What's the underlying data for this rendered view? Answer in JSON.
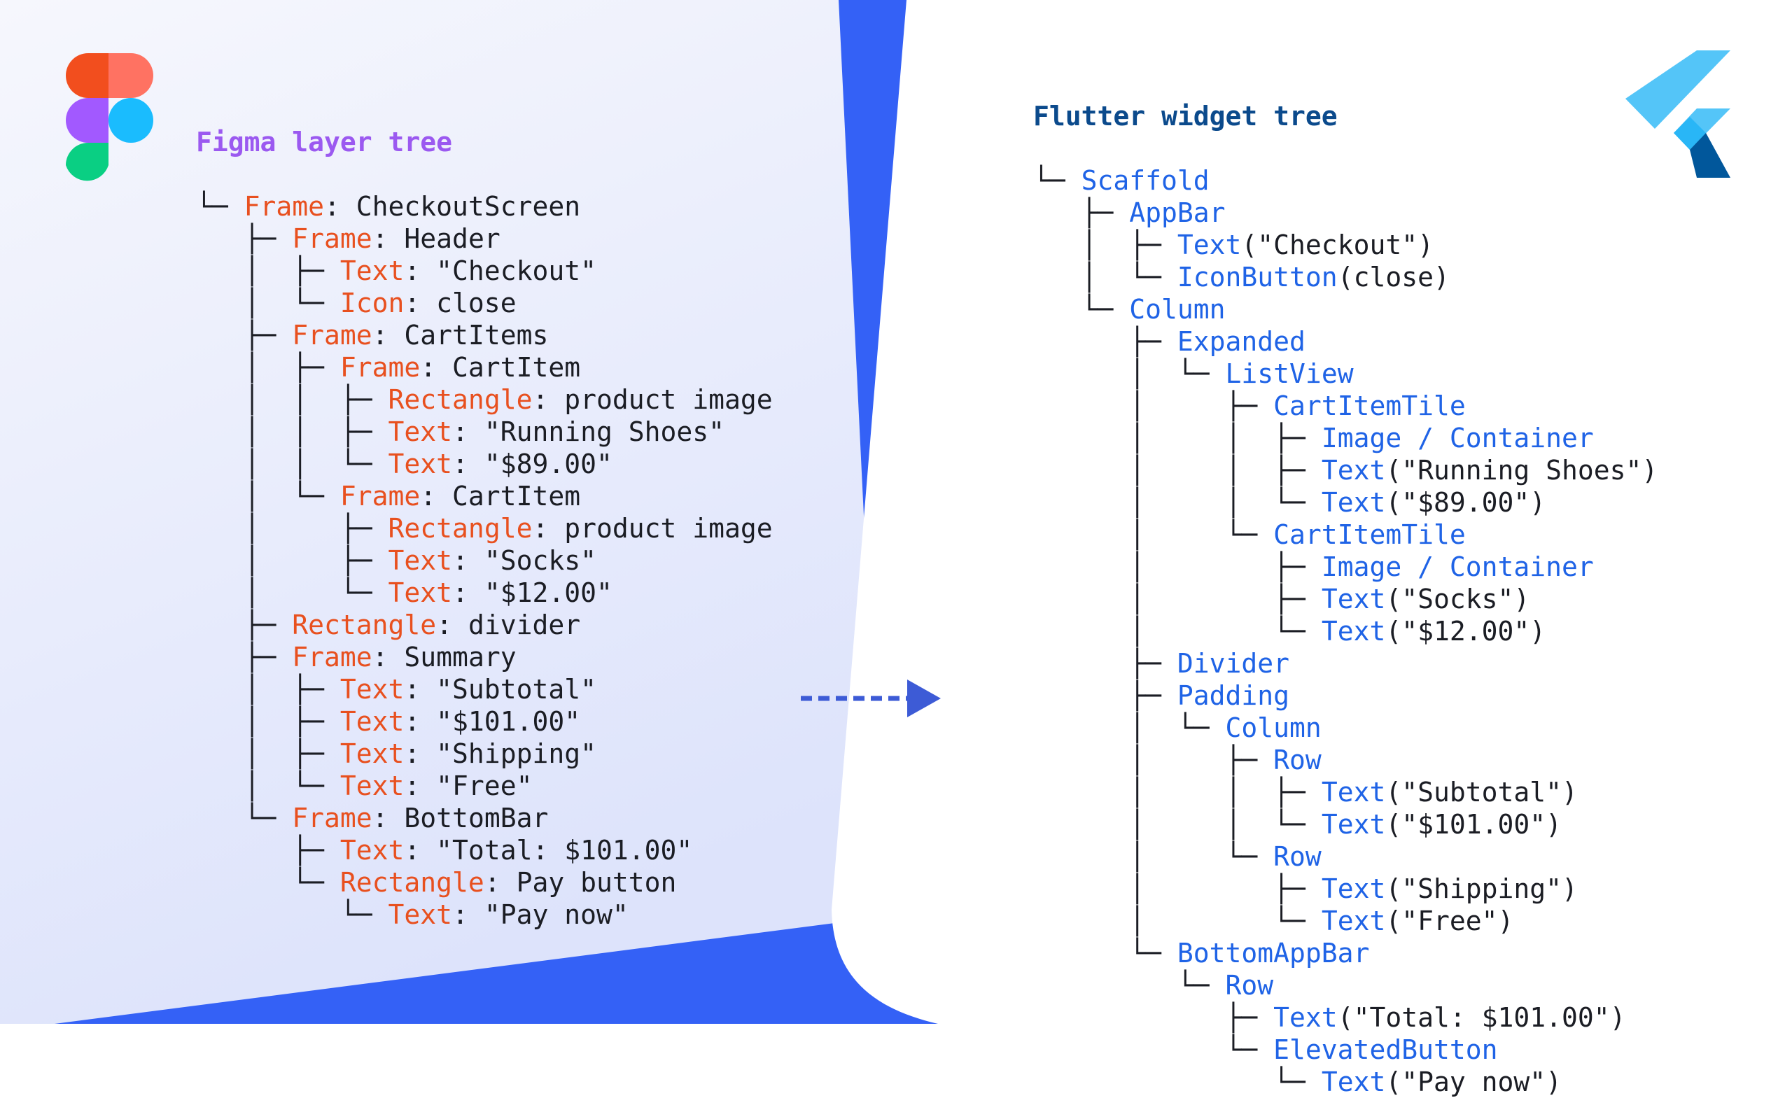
{
  "colors": {
    "blue_band": "#3461f6",
    "figma_panel_top": "#f6f7fd",
    "figma_panel_bottom": "#dde3fb",
    "figma_title": "#9b59f0",
    "figma_keyword": "#e8501f",
    "flutter_title": "#0b4a8c",
    "flutter_keyword": "#1f63e6",
    "text": "#1b1d24",
    "arrow": "#3d5bd6"
  },
  "figma_tree": {
    "title": "Figma layer tree",
    "logo_icon": "figma-logo-icon",
    "rows": [
      {
        "prefix": "└─ ",
        "kw": "Frame",
        "rest": ": CheckoutScreen"
      },
      {
        "prefix": "   ├─ ",
        "kw": "Frame",
        "rest": ": Header"
      },
      {
        "prefix": "   │  ├─ ",
        "kw": "Text",
        "rest": ": \"Checkout\""
      },
      {
        "prefix": "   │  └─ ",
        "kw": "Icon",
        "rest": ": close"
      },
      {
        "prefix": "   ├─ ",
        "kw": "Frame",
        "rest": ": CartItems"
      },
      {
        "prefix": "   │  ├─ ",
        "kw": "Frame",
        "rest": ": CartItem"
      },
      {
        "prefix": "   │  │  ├─ ",
        "kw": "Rectangle",
        "rest": ": product image"
      },
      {
        "prefix": "   │  │  ├─ ",
        "kw": "Text",
        "rest": ": \"Running Shoes\""
      },
      {
        "prefix": "   │  │  └─ ",
        "kw": "Text",
        "rest": ": \"$89.00\""
      },
      {
        "prefix": "   │  └─ ",
        "kw": "Frame",
        "rest": ": CartItem"
      },
      {
        "prefix": "   │     ├─ ",
        "kw": "Rectangle",
        "rest": ": product image"
      },
      {
        "prefix": "   │     ├─ ",
        "kw": "Text",
        "rest": ": \"Socks\""
      },
      {
        "prefix": "   │     └─ ",
        "kw": "Text",
        "rest": ": \"$12.00\""
      },
      {
        "prefix": "   ├─ ",
        "kw": "Rectangle",
        "rest": ": divider"
      },
      {
        "prefix": "   ├─ ",
        "kw": "Frame",
        "rest": ": Summary"
      },
      {
        "prefix": "   │  ├─ ",
        "kw": "Text",
        "rest": ": \"Subtotal\""
      },
      {
        "prefix": "   │  ├─ ",
        "kw": "Text",
        "rest": ": \"$101.00\""
      },
      {
        "prefix": "   │  ├─ ",
        "kw": "Text",
        "rest": ": \"Shipping\""
      },
      {
        "prefix": "   │  └─ ",
        "kw": "Text",
        "rest": ": \"Free\""
      },
      {
        "prefix": "   └─ ",
        "kw": "Frame",
        "rest": ": BottomBar"
      },
      {
        "prefix": "      ├─ ",
        "kw": "Text",
        "rest": ": \"Total: $101.00\""
      },
      {
        "prefix": "      └─ ",
        "kw": "Rectangle",
        "rest": ": Pay button"
      },
      {
        "prefix": "         └─ ",
        "kw": "Text",
        "rest": ": \"Pay now\""
      }
    ]
  },
  "flutter_tree": {
    "title": "Flutter widget tree",
    "logo_icon": "flutter-logo-icon",
    "rows": [
      {
        "prefix": "└─ ",
        "kw": "Scaffold",
        "rest": ""
      },
      {
        "prefix": "   ├─ ",
        "kw": "AppBar",
        "rest": ""
      },
      {
        "prefix": "   │  ├─ ",
        "kw": "Text",
        "rest": "(\"Checkout\")"
      },
      {
        "prefix": "   │  └─ ",
        "kw": "IconButton",
        "rest": "(close)"
      },
      {
        "prefix": "   └─ ",
        "kw": "Column",
        "rest": ""
      },
      {
        "prefix": "      ├─ ",
        "kw": "Expanded",
        "rest": ""
      },
      {
        "prefix": "      │  └─ ",
        "kw": "ListView",
        "rest": ""
      },
      {
        "prefix": "      │     ├─ ",
        "kw": "CartItemTile",
        "rest": ""
      },
      {
        "prefix": "      │     │  ├─ ",
        "kw": "Image / Container",
        "rest": ""
      },
      {
        "prefix": "      │     │  ├─ ",
        "kw": "Text",
        "rest": "(\"Running Shoes\")"
      },
      {
        "prefix": "      │     │  └─ ",
        "kw": "Text",
        "rest": "(\"$89.00\")"
      },
      {
        "prefix": "      │     └─ ",
        "kw": "CartItemTile",
        "rest": ""
      },
      {
        "prefix": "      │        ├─ ",
        "kw": "Image / Container",
        "rest": ""
      },
      {
        "prefix": "      │        ├─ ",
        "kw": "Text",
        "rest": "(\"Socks\")"
      },
      {
        "prefix": "      │        └─ ",
        "kw": "Text",
        "rest": "(\"$12.00\")"
      },
      {
        "prefix": "      ├─ ",
        "kw": "Divider",
        "rest": ""
      },
      {
        "prefix": "      ├─ ",
        "kw": "Padding",
        "rest": ""
      },
      {
        "prefix": "      │  └─ ",
        "kw": "Column",
        "rest": ""
      },
      {
        "prefix": "      │     ├─ ",
        "kw": "Row",
        "rest": ""
      },
      {
        "prefix": "      │     │  ├─ ",
        "kw": "Text",
        "rest": "(\"Subtotal\")"
      },
      {
        "prefix": "      │     │  └─ ",
        "kw": "Text",
        "rest": "(\"$101.00\")"
      },
      {
        "prefix": "      │     └─ ",
        "kw": "Row",
        "rest": ""
      },
      {
        "prefix": "      │        ├─ ",
        "kw": "Text",
        "rest": "(\"Shipping\")"
      },
      {
        "prefix": "      │        └─ ",
        "kw": "Text",
        "rest": "(\"Free\")"
      },
      {
        "prefix": "      └─ ",
        "kw": "BottomAppBar",
        "rest": ""
      },
      {
        "prefix": "         └─ ",
        "kw": "Row",
        "rest": ""
      },
      {
        "prefix": "            ├─ ",
        "kw": "Text",
        "rest": "(\"Total: $101.00\")"
      },
      {
        "prefix": "            └─ ",
        "kw": "ElevatedButton",
        "rest": ""
      },
      {
        "prefix": "               └─ ",
        "kw": "Text",
        "rest": "(\"Pay now\")"
      }
    ]
  },
  "connector_icon": "dashed-arrow-right-icon"
}
